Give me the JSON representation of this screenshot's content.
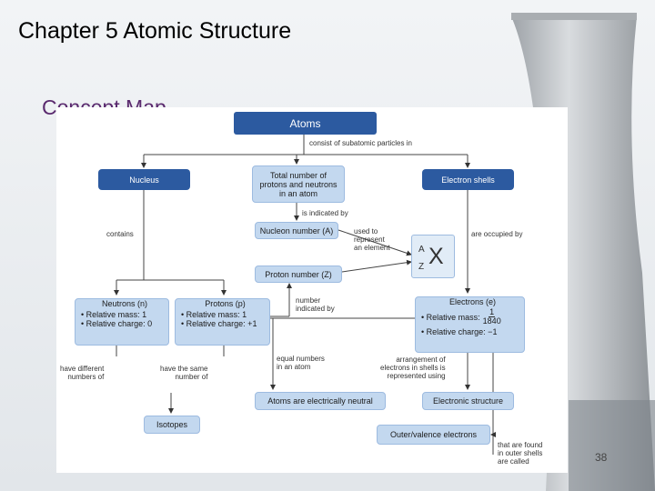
{
  "slide": {
    "title": "Chapter 5  Atomic Structure",
    "subtitle": "Concept Map",
    "page_number": "38"
  },
  "colors": {
    "dark_box": "#2c5aa0",
    "light_box": "#c3d8ef",
    "subtitle": "#5a2a6e"
  },
  "concept_map": {
    "nodes": {
      "atoms": "Atoms",
      "nucleus": "Nucleus",
      "total_number": [
        "Total number of",
        "protons and neutrons",
        "in an atom"
      ],
      "electron_shells": "Electron shells",
      "nucleon_number": "Nucleon number (A)",
      "proton_number": "Proton number (Z)",
      "neutrons_title": "Neutrons (n)",
      "neutrons_items": [
        "•  Relative mass: 1",
        "•  Relative charge: 0"
      ],
      "protons_title": "Protons (p)",
      "protons_items": [
        "•  Relative mass: 1",
        "•  Relative charge: +1"
      ],
      "electrons_title": "Electrons (e)",
      "electrons_mass_label": "•  Relative mass:",
      "electrons_mass_num": "1",
      "electrons_mass_den": "1840",
      "electrons_charge": "•  Relative charge: −1",
      "atoms_neutral": "Atoms are electrically neutral",
      "electronic_structure": "Electronic structure",
      "isotopes": "Isotopes",
      "outer_valence": "Outer/valence electrons",
      "symbol_a": "A",
      "symbol_z": "Z",
      "symbol_x": "X"
    },
    "links": {
      "consist_of": "consist of subatomic particles in",
      "is_indicated_by": "is indicated by",
      "used_to_represent": [
        "used to",
        "represent",
        "an element"
      ],
      "contains": "contains",
      "are_occupied_by": "are occupied by",
      "number_indicated_by": [
        "number",
        "indicated by"
      ],
      "equal_numbers": [
        "equal numbers",
        "in an atom"
      ],
      "have_different": [
        "have different",
        "numbers of"
      ],
      "have_same": [
        "have the same",
        "number of"
      ],
      "arrangement": [
        "arrangement of",
        "electrons in shells is",
        "represented using"
      ],
      "found_outer": [
        "that are found",
        "in outer shells",
        "are called"
      ]
    }
  }
}
